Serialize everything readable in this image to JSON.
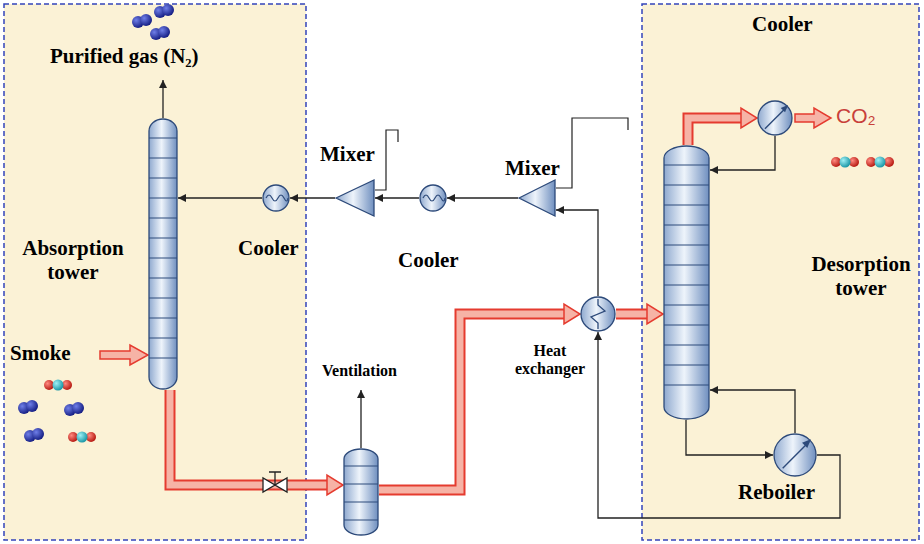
{
  "diagram": {
    "nodes": [
      {
        "text": [
          "Absorption tower"
        ]
      },
      {
        "text": [
          "Cooler"
        ]
      },
      {
        "text": [
          "Mixer"
        ]
      },
      {
        "text": [
          "Cooler"
        ]
      },
      {
        "text": [
          "Mixer"
        ]
      },
      {
        "text": [
          "Ventilation"
        ]
      },
      {
        "text": [
          "Heat exchanger"
        ]
      },
      {
        "text": [
          "Desorption tower"
        ]
      },
      {
        "text": [
          "Cooler"
        ]
      },
      {
        "text": [
          "Reboiler"
        ]
      }
    ],
    "edges": [
      {
        "from": 0,
        "to": 5,
        "arrow": "to"
      },
      {
        "from": 5,
        "to": 6,
        "arrow": "to"
      },
      {
        "from": 6,
        "to": 7,
        "arrow": "to"
      },
      {
        "from": 7,
        "to": 8,
        "arrow": "to"
      },
      {
        "from": 8,
        "to": 7,
        "arrow": "to"
      },
      {
        "from": 7,
        "to": 9,
        "arrow": "to"
      },
      {
        "from": 9,
        "to": 7,
        "arrow": "to"
      },
      {
        "from": 9,
        "to": 6,
        "arrow": "to"
      },
      {
        "from": 6,
        "to": 4,
        "arrow": "to"
      },
      {
        "from": 4,
        "to": 3,
        "arrow": "to"
      },
      {
        "from": 3,
        "to": 2,
        "arrow": "to"
      },
      {
        "from": 2,
        "to": 1,
        "arrow": "to"
      },
      {
        "from": 1,
        "to": 0,
        "arrow": "to"
      }
    ],
    "labels": [
      "Purified gas (N₂)",
      "Smoke",
      "CO₂"
    ]
  }
}
